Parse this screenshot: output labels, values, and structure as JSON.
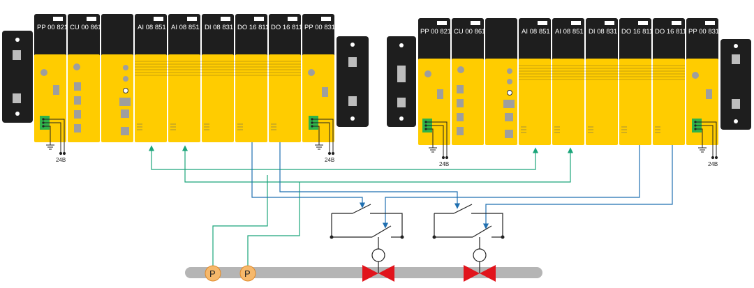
{
  "colors": {
    "module_yellow": "#FFCC00",
    "module_black": "#1e1e1e",
    "connector_green": "#2fb34a",
    "wire_green": "#1aa57a",
    "wire_blue": "#1f6fb0",
    "valve_red": "#e1141c",
    "sensor_orange": "#f6b86b",
    "pipe_gray": "#b5b5b5"
  },
  "rack_left": {
    "modules": [
      "PP 00 821",
      "CU 00 861",
      "",
      "AI 08 851",
      "AI 08 851",
      "DI 08 831",
      "DO 16 811",
      "DO 16 811",
      "PP 00 831"
    ],
    "voltage_labels": [
      "24В",
      "24В"
    ]
  },
  "rack_right": {
    "modules": [
      "PP 00 821",
      "CU 00 861",
      "",
      "AI 08 851",
      "AI 08 851",
      "DI 08 831",
      "DO 16 811",
      "DO 16 811",
      "PP 00 831"
    ],
    "voltage_labels": [
      "24В",
      "24В"
    ]
  },
  "field": {
    "sensors": [
      "P",
      "P"
    ],
    "valve_icon": "gate-valve-icon",
    "switch_icon": "relay-contact-icon"
  }
}
